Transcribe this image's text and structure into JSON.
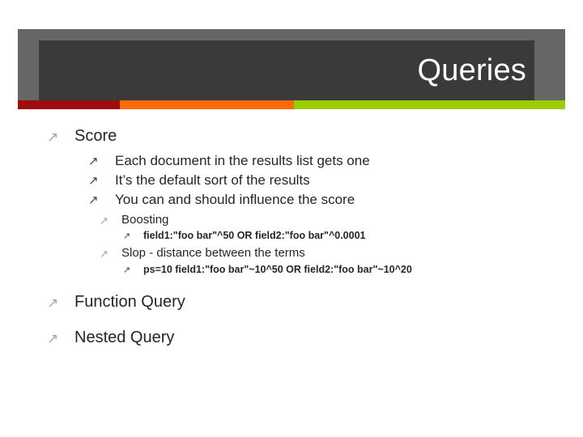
{
  "slide": {
    "title": "Queries",
    "bullet_glyph": "↗",
    "colors": {
      "header_outer": "#666666",
      "header_inner": "#3a3a3a",
      "title_text": "#ffffff",
      "accent_red": "#9e0b0b",
      "accent_orange": "#f96a08",
      "accent_green": "#9acd06",
      "body_text": "#262626",
      "bullet_light": "#a6a6a6",
      "bullet_dark": "#3f3f3f",
      "background": "#ffffff"
    }
  },
  "accent_bar": [
    {
      "name": "red-segment",
      "color": "#9e0b0b"
    },
    {
      "name": "orange-segment",
      "color": "#f96a08"
    },
    {
      "name": "green-segment",
      "color": "#9acd06"
    }
  ],
  "outline": [
    {
      "level": 1,
      "text": "Score"
    },
    {
      "level": 2,
      "text": "Each document in the results list gets one"
    },
    {
      "level": 2,
      "text": "It’s the default sort of the results"
    },
    {
      "level": 2,
      "text": "You can and should influence the score"
    },
    {
      "level": 3,
      "text": "Boosting"
    },
    {
      "level": 4,
      "text": "field1:\"foo bar\"^50 OR field2:\"foo bar\"^0.0001"
    },
    {
      "level": 3,
      "text": "Slop - distance between the terms"
    },
    {
      "level": 4,
      "text": "ps=10 field1:\"foo bar\"~10^50 OR field2:\"foo bar\"~10^20"
    },
    {
      "level": 1,
      "text": "Function Query"
    },
    {
      "level": 1,
      "text": "Nested Query"
    }
  ]
}
